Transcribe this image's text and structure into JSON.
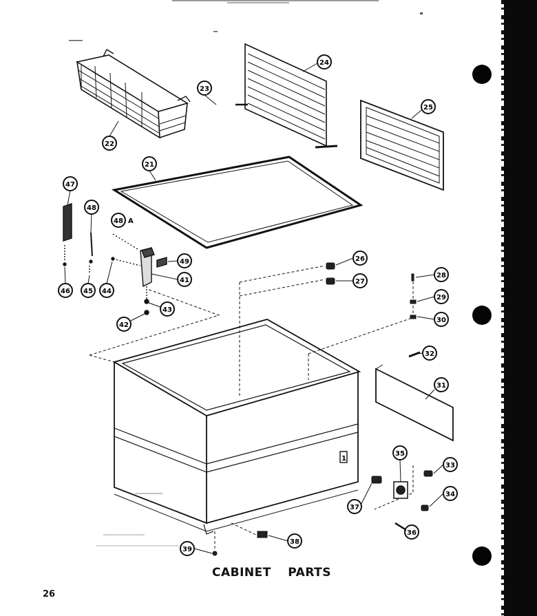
{
  "title": "CABINET PARTS",
  "page_number": "26",
  "callouts": [
    {
      "id": "c21",
      "label": "21"
    },
    {
      "id": "c22",
      "label": "22"
    },
    {
      "id": "c23",
      "label": "23"
    },
    {
      "id": "c24",
      "label": "24"
    },
    {
      "id": "c25",
      "label": "25"
    },
    {
      "id": "c26",
      "label": "26"
    },
    {
      "id": "c27",
      "label": "27"
    },
    {
      "id": "c28",
      "label": "28"
    },
    {
      "id": "c29",
      "label": "29"
    },
    {
      "id": "c30",
      "label": "30"
    },
    {
      "id": "c31",
      "label": "31"
    },
    {
      "id": "c32",
      "label": "32"
    },
    {
      "id": "c33",
      "label": "33"
    },
    {
      "id": "c34",
      "label": "34"
    },
    {
      "id": "c35",
      "label": "35"
    },
    {
      "id": "c36",
      "label": "36"
    },
    {
      "id": "c37",
      "label": "37"
    },
    {
      "id": "c38",
      "label": "38"
    },
    {
      "id": "c39",
      "label": "39"
    },
    {
      "id": "c41",
      "label": "41"
    },
    {
      "id": "c42",
      "label": "42"
    },
    {
      "id": "c43",
      "label": "43"
    },
    {
      "id": "c44",
      "label": "44"
    },
    {
      "id": "c45",
      "label": "45"
    },
    {
      "id": "c46",
      "label": "46"
    },
    {
      "id": "c47",
      "label": "47"
    },
    {
      "id": "c48",
      "label": "48"
    },
    {
      "id": "c48a",
      "label": "48"
    },
    {
      "id": "c49",
      "label": "49"
    }
  ],
  "callout_suffix": "A",
  "badge_label": "1"
}
